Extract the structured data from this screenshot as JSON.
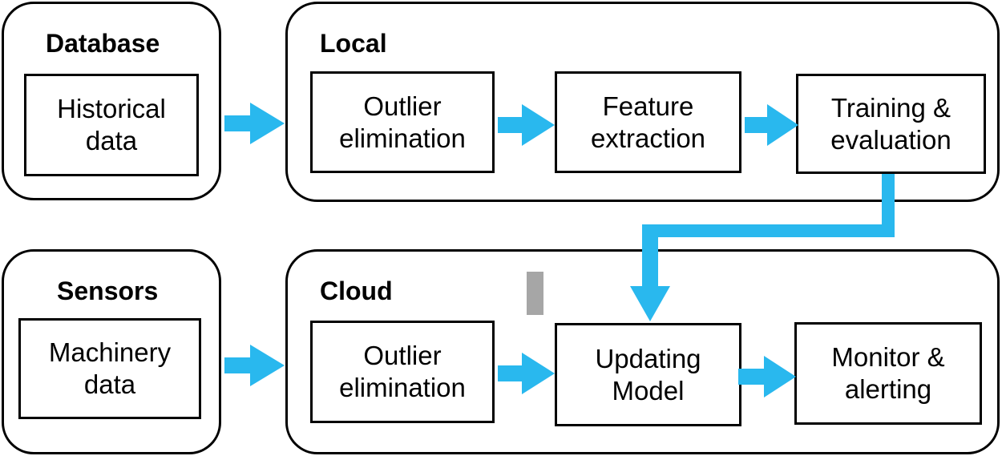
{
  "groups": {
    "database": {
      "title": "Database",
      "box": [
        "Historical",
        "data"
      ]
    },
    "local": {
      "title": "Local",
      "boxes": [
        [
          "Outlier",
          "elimination"
        ],
        [
          "Feature",
          "extraction"
        ],
        [
          "Training &",
          "evaluation"
        ]
      ]
    },
    "sensors": {
      "title": "Sensors",
      "box": [
        "Machinery",
        "data"
      ]
    },
    "cloud": {
      "title": "Cloud",
      "boxes": [
        [
          "Outlier",
          "elimination"
        ],
        [
          "Updating",
          "Model"
        ],
        [
          "Monitor &",
          "alerting"
        ]
      ]
    }
  },
  "colors": {
    "arrow": "#29b8ee",
    "marker": "#a6a6a6",
    "border": "#000000"
  }
}
